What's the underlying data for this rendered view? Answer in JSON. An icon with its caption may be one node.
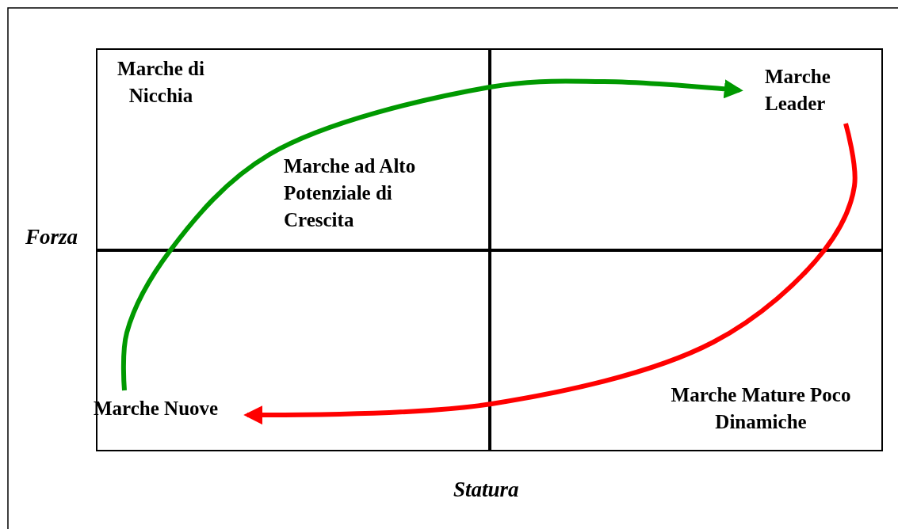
{
  "diagram": {
    "nodes": [
      {
        "text": [
          "Marche di Nicchia"
        ]
      },
      {
        "text": [
          "Marche Leader"
        ]
      },
      {
        "text": [
          "Marche ad Alto Potenziale di Crescita"
        ]
      },
      {
        "text": [
          "Marche Nuove"
        ]
      },
      {
        "text": [
          "Marche Mature Poco Dinamiche"
        ]
      }
    ],
    "edges": [
      {
        "from": 3,
        "to": 1,
        "arrow": "to",
        "color": "#009900"
      },
      {
        "from": 1,
        "to": 3,
        "arrow": "to",
        "color": "#ff0000"
      }
    ],
    "labels": [
      "Forza",
      "Statura"
    ]
  }
}
